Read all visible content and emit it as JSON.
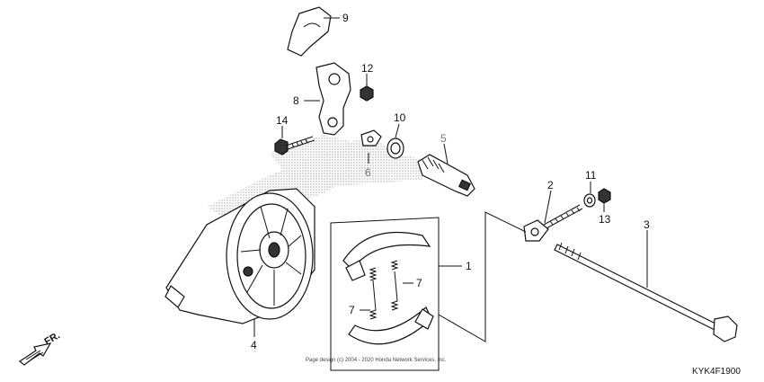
{
  "callouts": {
    "p1": "1",
    "p2": "2",
    "p3": "3",
    "p4": "4",
    "p5": "5",
    "p6": "6",
    "p7a": "7",
    "p7b": "7",
    "p8": "8",
    "p9": "9",
    "p10": "10",
    "p11": "11",
    "p12": "12",
    "p13": "13",
    "p14": "14"
  },
  "reference_code": "KYK4F1900",
  "copyright": "Page design (c) 2004 - 2020 Honda Network Services, Inc.",
  "direction_label": "FR.",
  "colors": {
    "ink": "#111111",
    "background": "#ffffff",
    "muted_callout": "#777777"
  }
}
